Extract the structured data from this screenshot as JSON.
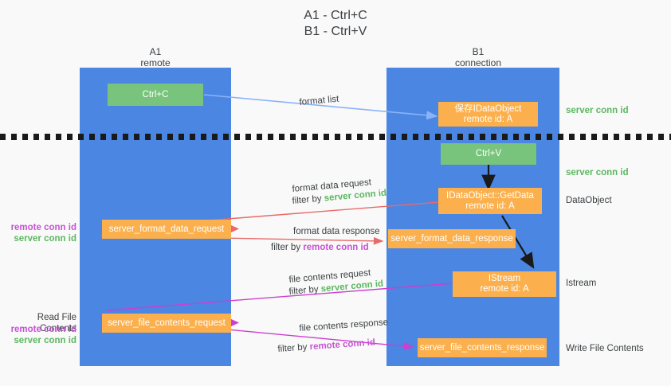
{
  "title": "A1 - Ctrl+C\nB1 - Ctrl+V",
  "columns": [
    {
      "name": "A1",
      "sub": "remote"
    },
    {
      "name": "B1",
      "sub": "connection"
    }
  ],
  "colors": {
    "lane": "#4a86e2",
    "green_box": "#78c47c",
    "orange_box": "#fbb04d",
    "server_conn_id": "#5bb85f",
    "remote_conn_id": "#c653d4",
    "arrow_blue": "#8ab4f8",
    "arrow_red": "#e86a6a",
    "arrow_magenta": "#cc3fd0",
    "arrow_black": "#1a1a1a",
    "background": "#f9f9f9"
  },
  "boxes": {
    "ctrl_c": "Ctrl+C",
    "save_idataobject": "保存IDataObject\nremote id: A",
    "ctrl_v": "Ctrl+V",
    "getdata": "IDataObject::GetData\nremote id: A",
    "server_format_data_request": "server_format_data_request",
    "server_format_data_response": "server_format_data_response",
    "istream": "IStream\nremote id: A",
    "server_file_contents_request": "server_file_contents_request",
    "server_file_contents_response": "server_file_contents_response"
  },
  "edge_labels": {
    "format_list": "format list",
    "format_data_request": "format data request",
    "format_data_request_filter_prefix": "filter by ",
    "format_data_request_filter_value": "server conn id",
    "format_data_response": "format data response",
    "format_data_response_filter_prefix": "filter by ",
    "format_data_response_filter_value": "remote conn id",
    "file_contents_request": "file contents request",
    "file_contents_request_filter_prefix": "filter by ",
    "file_contents_request_filter_value": "server conn id",
    "file_contents_response": "file contents response",
    "file_contents_response_filter_prefix": "filter by ",
    "file_contents_response_filter_value": "remote conn id"
  },
  "side_labels": {
    "right_server_conn_id_top": "server conn id",
    "right_server_conn_id_mid": "server conn id",
    "right_dataobject": "DataObject",
    "right_istream": "Istream",
    "right_write_file_contents": "Write File Contents",
    "left_remote_conn_id_1": "remote conn id",
    "left_server_conn_id_1": "server conn id",
    "left_read_file_contents": "Read File Contents",
    "left_remote_conn_id_2": "remote conn id",
    "left_server_conn_id_2": "server conn id"
  }
}
